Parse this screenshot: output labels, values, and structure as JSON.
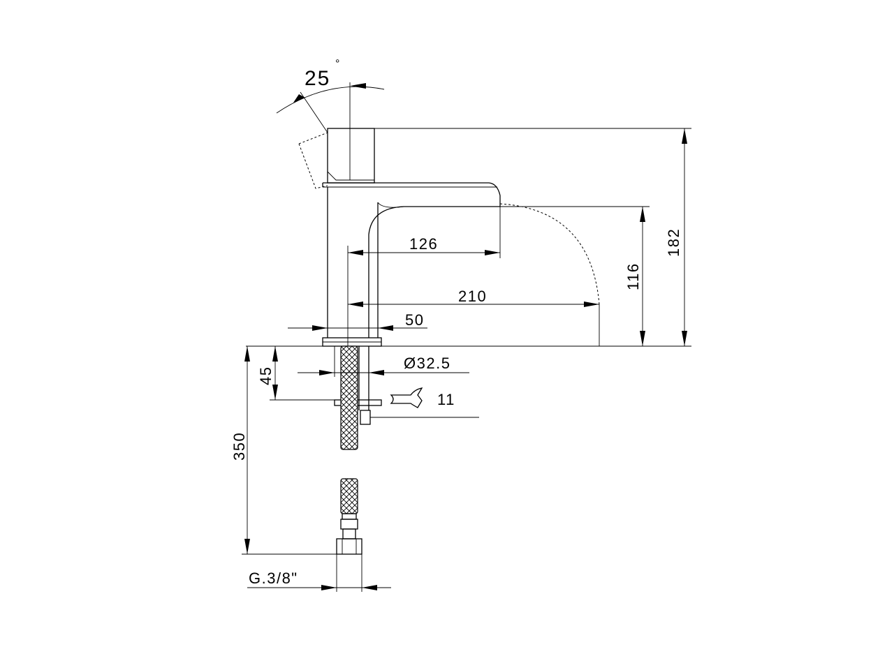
{
  "dimensions": {
    "angle": "25",
    "angle_unit": "°",
    "height_total": "182",
    "spout_height": "116",
    "spout_reach": "126",
    "stream_reach": "210",
    "body_width": "50",
    "hole_diameter": "Ø32.5",
    "deck_depth": "45",
    "hose_length": "350",
    "wrench_size": "11",
    "thread": "G.3/8\""
  },
  "icons": {
    "wrench": "wrench-icon"
  }
}
